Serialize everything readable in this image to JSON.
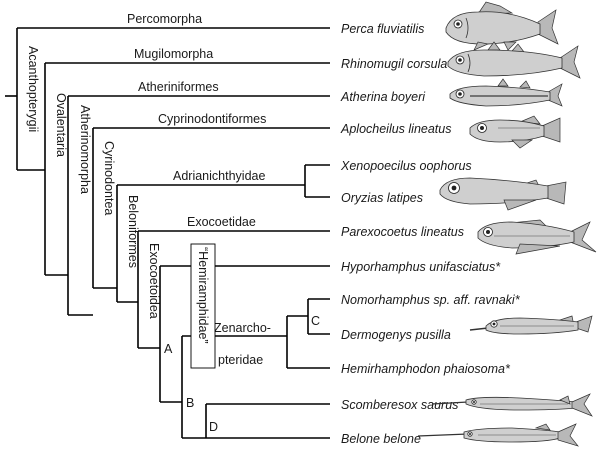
{
  "clades": {
    "percomorpha": "Percomorpha",
    "mugilomorpha": "Mugilomorpha",
    "atheriniformes": "Atheriniformes",
    "cyprinodontiformes": "Cyprinodontiformes",
    "adrianichthyidae": "Adrianichthyidae",
    "exocoetidae": "Exocoetidae",
    "zenarcho_line1": "Zenarcho-",
    "zenarcho_line2": "pteridae"
  },
  "vertical_clades": {
    "acanthopterygii": "Acanthopterygii",
    "ovalentaria": "Ovalentaria",
    "atherinomorpha": "Atherinomorpha",
    "cyrinodontea": "Cyrinodontea",
    "beloniformes": "Beloniformes",
    "exocoetoidea": "Exocoetoidea",
    "hemiramphidae": "“Hemiramphidae”"
  },
  "nodes": {
    "a": "A",
    "b": "B",
    "c": "C",
    "d": "D"
  },
  "species": [
    "Perca fluviatilis",
    "Rhinomugil corsula",
    "Atherina boyeri",
    "Aplocheilus lineatus",
    "Xenopoecilus oophorus",
    "Oryzias latipes",
    "Parexocoetus lineatus",
    "Hyporhamphus unifasciatus*",
    "Nomorhamphus sp. aff. ravnaki*",
    "Dermogenys pusilla",
    "Hemirhamphodon phaiosoma*",
    "Scomberesox saurus",
    "Belone belone"
  ],
  "illustrations": [
    "perch-illustration",
    "mullet-illustration",
    "silverside-illustration",
    "killifish-illustration",
    "medaka-illustration",
    "flyingfish-illustration",
    "halfbeak-illustration",
    "saury-illustration",
    "needlefish-illustration"
  ]
}
